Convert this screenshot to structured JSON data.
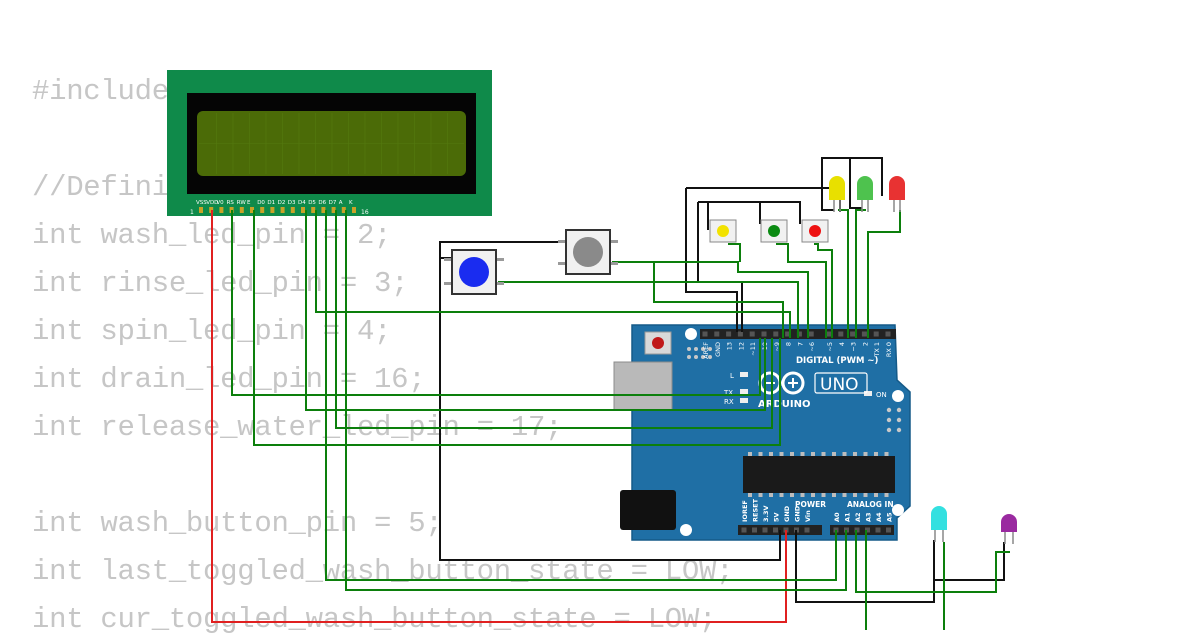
{
  "code_lines": [
    "#include",
    "",
    "//Defining",
    "int wash_led_pin = 2;",
    "int rinse_led_pin = 3;",
    "int spin_led_pin = 4;",
    "int drain_led_pin = 16;",
    "int release_water_led_pin = 17;",
    "",
    "int wash_button_pin = 5;",
    "int last_toggled_wash_button_state = LOW;",
    "int cur_toggled_wash_button_state = LOW;"
  ],
  "lcd": {
    "pin_labels": [
      "VSS",
      "VDD",
      "V0",
      "RS",
      "RW",
      "E",
      "D0",
      "D1",
      "D2",
      "D3",
      "D4",
      "D5",
      "D6",
      "D7",
      "A",
      "K"
    ],
    "pin_first": "1",
    "pin_last": "16"
  },
  "arduino": {
    "model": "UNO",
    "brand": "ARDUINO",
    "on_label": "ON",
    "digital_header": "DIGITAL (PWM ~)",
    "digital_pins": [
      "AREF",
      "GND",
      "13",
      "12",
      "~11",
      "~10",
      "~9",
      "8",
      "7",
      "~6",
      "~5",
      "4",
      "~3",
      "2",
      "TX 1",
      "RX 0"
    ],
    "power_header": "POWER",
    "power_pins": [
      "IOREF",
      "RESET",
      "3.3V",
      "5V",
      "GND",
      "GND",
      "Vin"
    ],
    "analog_header": "ANALOG IN",
    "analog_pins": [
      "A0",
      "A1",
      "A2",
      "A3",
      "A4",
      "A5"
    ],
    "led_labels": [
      "L",
      "TX",
      "RX"
    ]
  },
  "components": {
    "buttons": [
      {
        "name": "blue-button",
        "color": "#1a2cf0"
      },
      {
        "name": "gray-button",
        "color": "#8a8a8a"
      },
      {
        "name": "yellow-button",
        "color": "#f2e200"
      },
      {
        "name": "green-button",
        "color": "#0a8a12"
      },
      {
        "name": "red-button",
        "color": "#ee1111"
      }
    ],
    "leds": [
      {
        "name": "yellow-led",
        "color": "#e8e000"
      },
      {
        "name": "green-led",
        "color": "#4ec24e"
      },
      {
        "name": "red-led",
        "color": "#e83232"
      },
      {
        "name": "cyan-led",
        "color": "#33e0e0"
      },
      {
        "name": "purple-led",
        "color": "#9a2aa0"
      }
    ]
  },
  "wire_colors": {
    "green": "#0c7f0c",
    "black": "#111111",
    "red": "#e02020"
  }
}
